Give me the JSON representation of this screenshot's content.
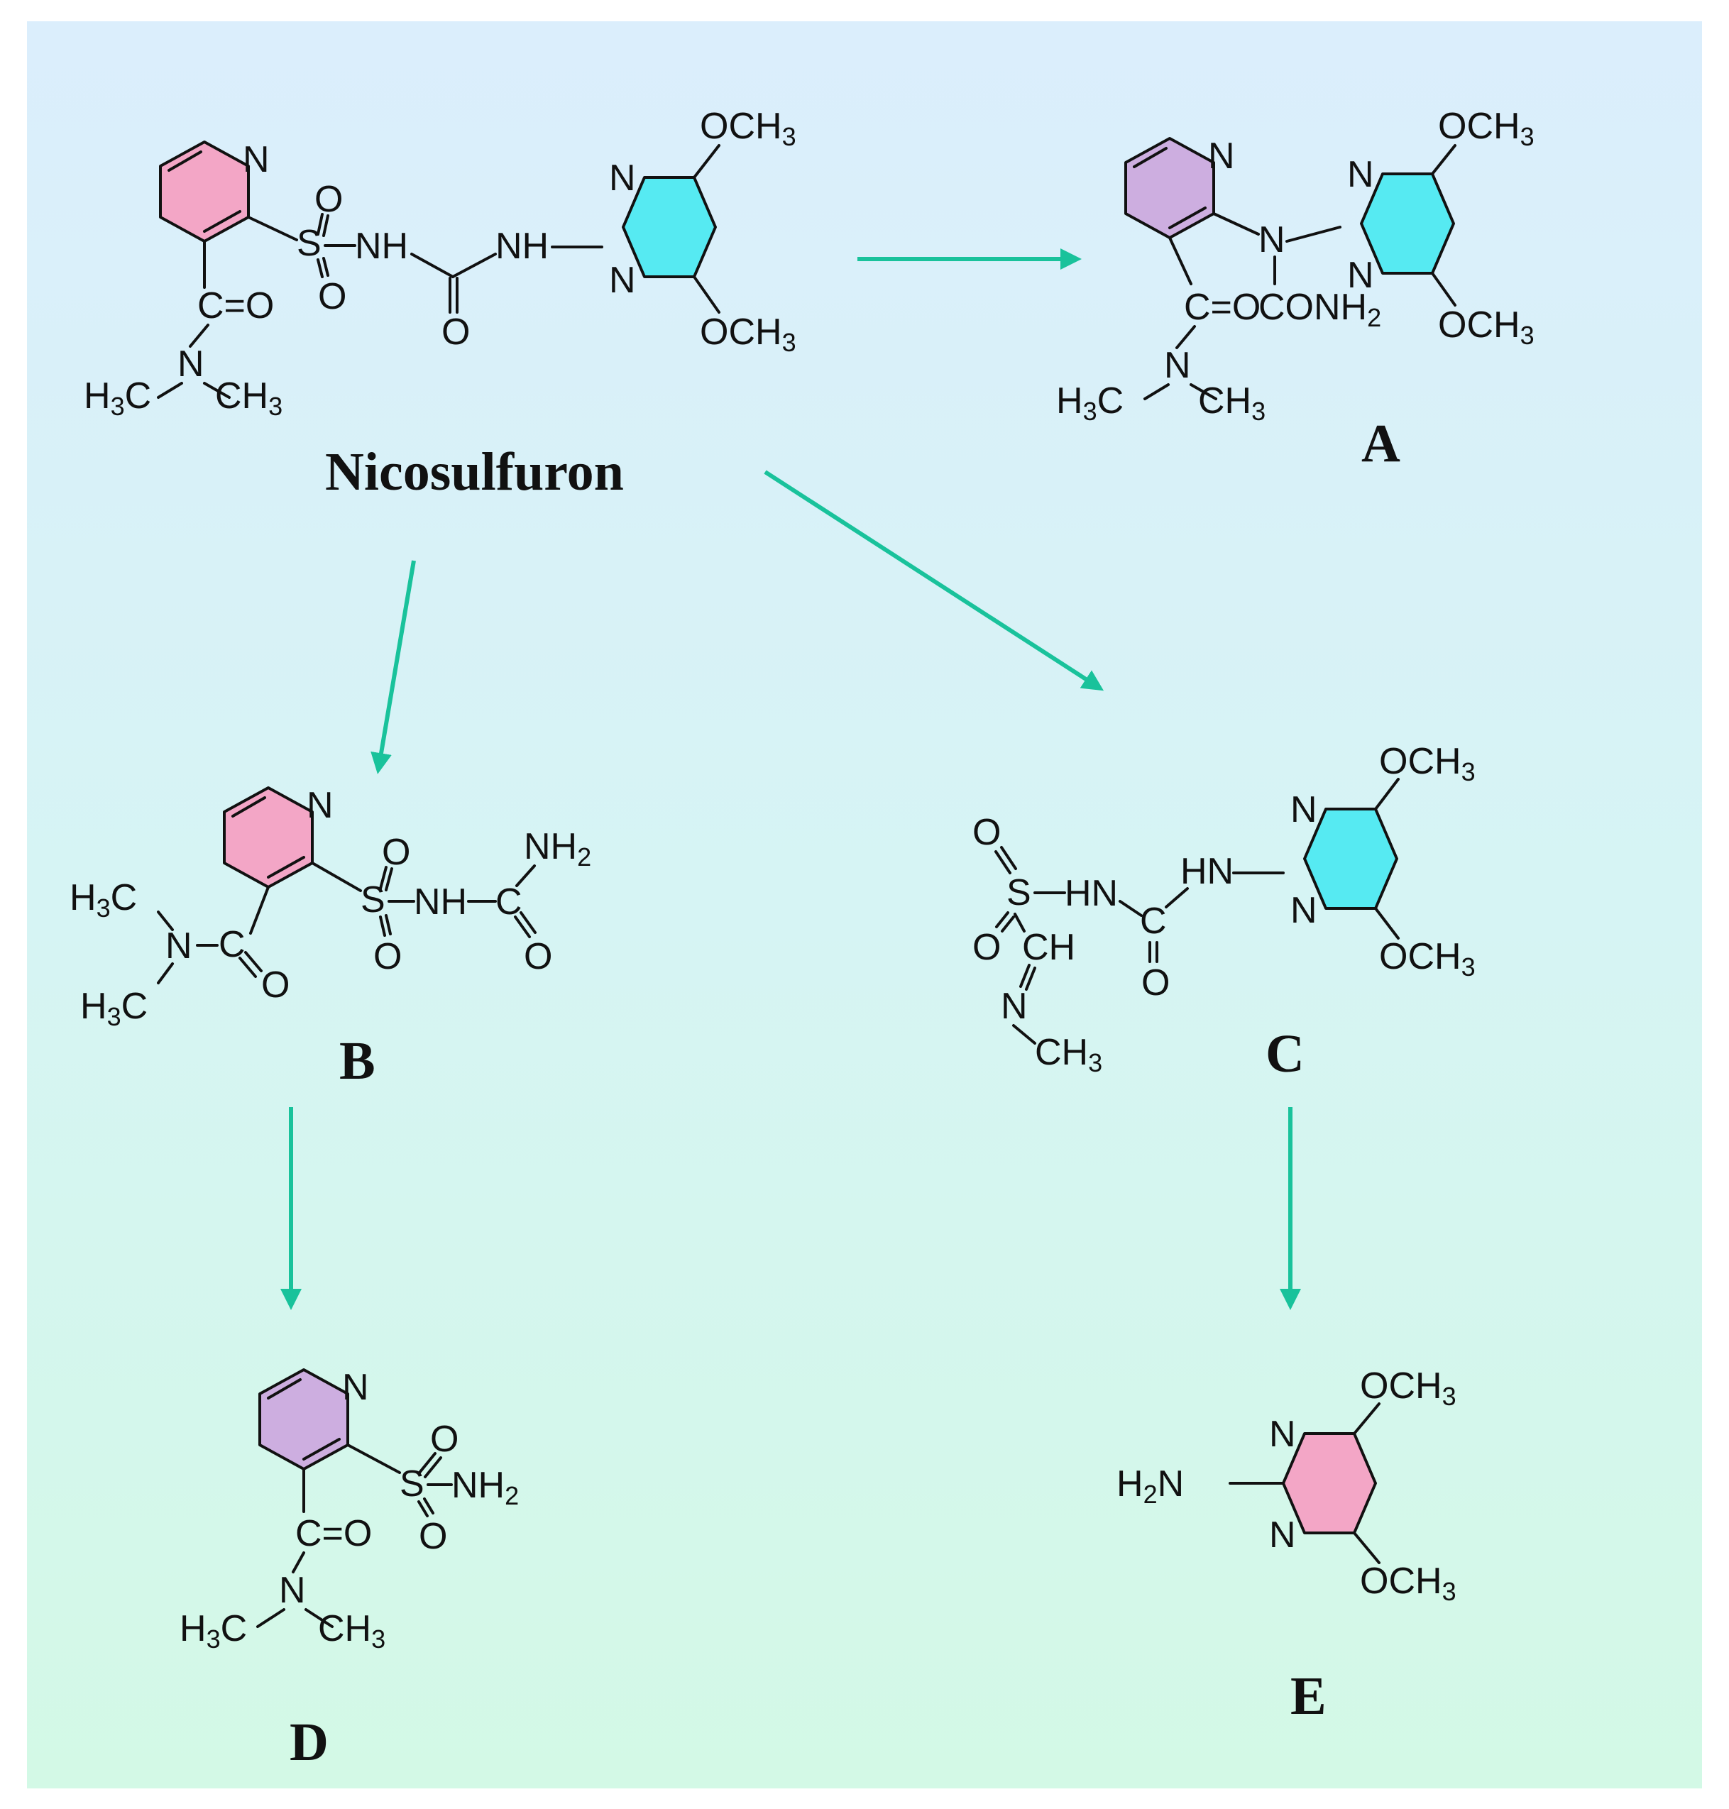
{
  "labels": {
    "nicosulfuron": "Nicosulfuron",
    "a": "A",
    "b": "B",
    "c": "C",
    "d": "D",
    "e": "E"
  },
  "colors": {
    "pyridine_pink": "#f3a6c6",
    "pyridine_purple": "#cdaee0",
    "pyrimidine_cyan": "#56eaf2",
    "pyrimidine_pink": "#f3a6c6",
    "arrow": "#19c29b"
  },
  "atoms": {
    "n": "N",
    "o": "O",
    "s": "S",
    "c": "C",
    "nh": "NH",
    "hn": "HN",
    "nh2_n": "NH",
    "h2n_h": "H",
    "h2n_n": "N",
    "och3": "OCH",
    "ch3": "CH",
    "h3c_h": "H",
    "h3c_c": "C",
    "ch": "CH",
    "c_eq_o": "C=O",
    "conh2": "CONH",
    "sub3": "3",
    "sub2": "2"
  }
}
